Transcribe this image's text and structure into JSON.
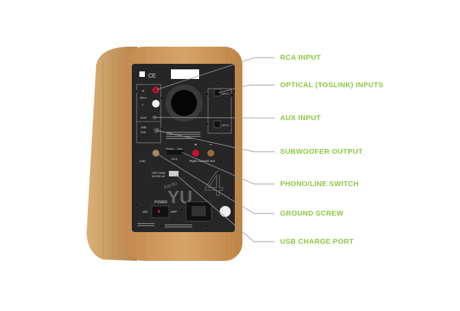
{
  "colors": {
    "label": "#8cc63f",
    "line": "#9a9a9a",
    "wood": "#c9975c",
    "panel": "#2a2a2a"
  },
  "callouts": [
    {
      "label": "RCA INPUT"
    },
    {
      "label": "OPTICAL (TOSLINK) INPUTS"
    },
    {
      "label": "AUX INPUT"
    },
    {
      "label": "SUBWOOFER OUTPUT"
    },
    {
      "label": "PHONO/LINE SWITCH"
    },
    {
      "label": "GROUND SCREW"
    },
    {
      "label": "USB CHARGE PORT"
    }
  ],
  "panel": {
    "ce": "CE",
    "r": "R",
    "rca": "RCA",
    "l": "L",
    "aux": "AUX",
    "sub": "Sub",
    "out": "Out",
    "opt1": "OPT1",
    "opt2": "OPT2",
    "phono": "Phono",
    "line": "Line",
    "switch_rca": "RCA",
    "gnd": "GND",
    "plus": "+",
    "minus": "−",
    "right_channel_out": "Right Channel Out",
    "usb_charge": "USB Charge",
    "usb_rating": "5V/1000 mA",
    "brand": "kanto",
    "model": "YU",
    "model_num": "4",
    "power": "POWER",
    "on": "ON",
    "off": "OFF"
  }
}
